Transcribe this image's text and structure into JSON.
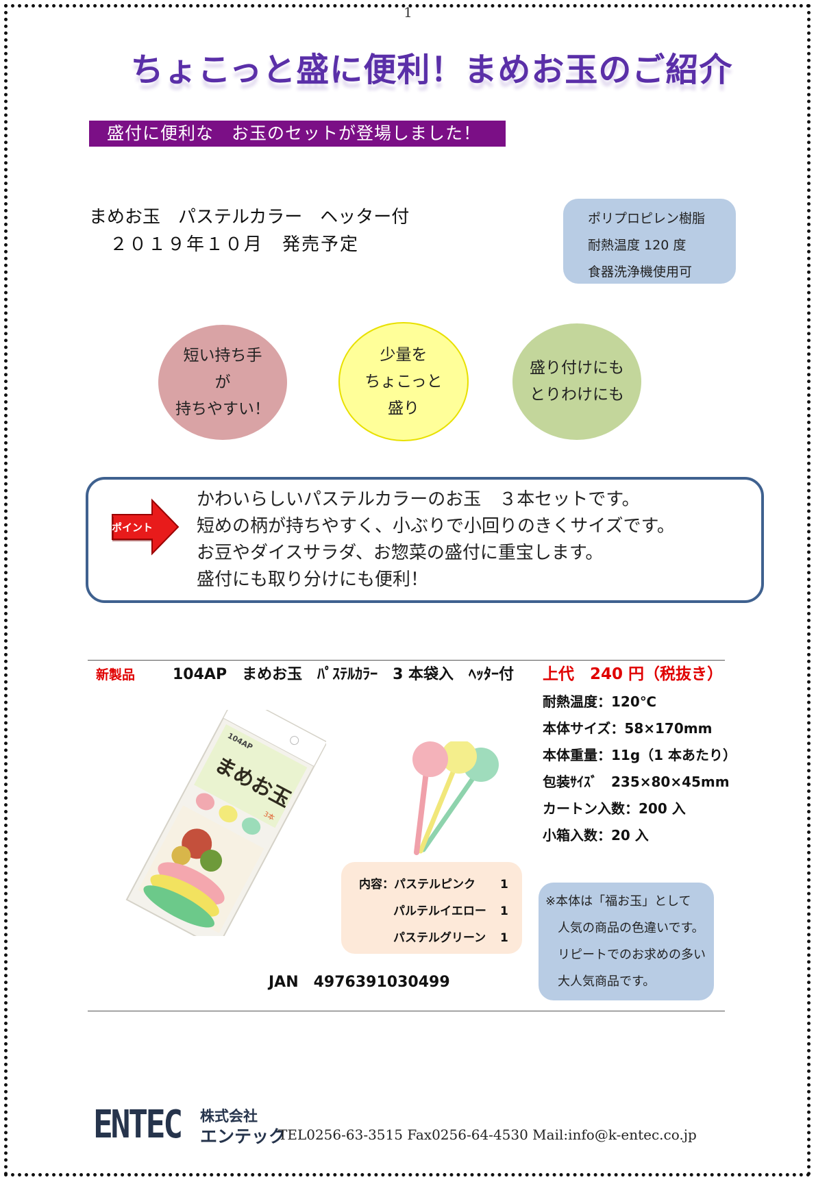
{
  "page_number": "1",
  "title": "ちょこっと盛に便利！まめお玉のご紹介",
  "subtitle": "盛付に便利な　お玉のセットが登場しました！",
  "product_line": "まめお玉　パステルカラー　ヘッター付",
  "release_line": "２０１９年１０月　発売予定",
  "material_box": [
    "ポリプロピレン樹脂",
    "耐熱温度 120 度",
    "食器洗浄機使用可"
  ],
  "features": [
    {
      "lines": [
        "短い持ち手",
        "が",
        "持ちやすい！"
      ],
      "color": "#d9a3a5"
    },
    {
      "lines": [
        "少量を",
        "ちょこっと",
        "盛り"
      ],
      "color": "#ffff99"
    },
    {
      "lines": [
        "盛り付けにも",
        "とりわけにも"
      ],
      "color": "#c3d69b"
    }
  ],
  "point": {
    "label": "ポイント",
    "lines": [
      "かわいらしいパステルカラーのお玉　３本セットです。",
      "短めの柄が持ちやすく、小ぶりで小回りのきくサイズです。",
      "お豆やダイスサラダ、お惣菜の盛付に重宝します。",
      "盛付にも取り分けにも便利！"
    ]
  },
  "product": {
    "new_label": "新製品",
    "name": "104AP　まめお玉　ﾊﾟｽﾃﾙｶﾗｰ　3 本袋入　ﾍｯﾀｰ付",
    "price": "上代　240 円（税抜き）",
    "specs": [
      "耐熱温度：120℃",
      "本体サイズ：58×170mm",
      "本体重量：11g（1 本あたり）",
      "包装ｻｲｽﾞ　235×80×45mm",
      "カートン入数：200 入",
      "小箱入数：20 入"
    ],
    "package_text": {
      "code": "104AP",
      "name": "まめお玉",
      "count": "3本"
    },
    "contents": [
      {
        "name": "内容：パステルピンク",
        "qty": "1"
      },
      {
        "name": "パルテルイエロー",
        "qty": "1"
      },
      {
        "name": "パステルグリーン",
        "qty": "1"
      }
    ],
    "jan": "JAN　4976391030499",
    "note": [
      "※本体は「福お玉」として",
      "人気の商品の色違いです。",
      "リピートでのお求めの多い",
      "大人気商品です。"
    ]
  },
  "footer": {
    "logo": "ENTEC",
    "company_line1": "株式会社",
    "company_line2": "エンテック",
    "contact": "TEL0256-63-3515 Fax0256-64-4530 Mail:info@k-entec.co.jp"
  },
  "colors": {
    "title": "#5a2fa8",
    "banner": "#7b0f86",
    "spec_box": "#b8cce4",
    "point_border": "#3f618f",
    "price": "#e00000",
    "content_box": "#fde9d9"
  }
}
